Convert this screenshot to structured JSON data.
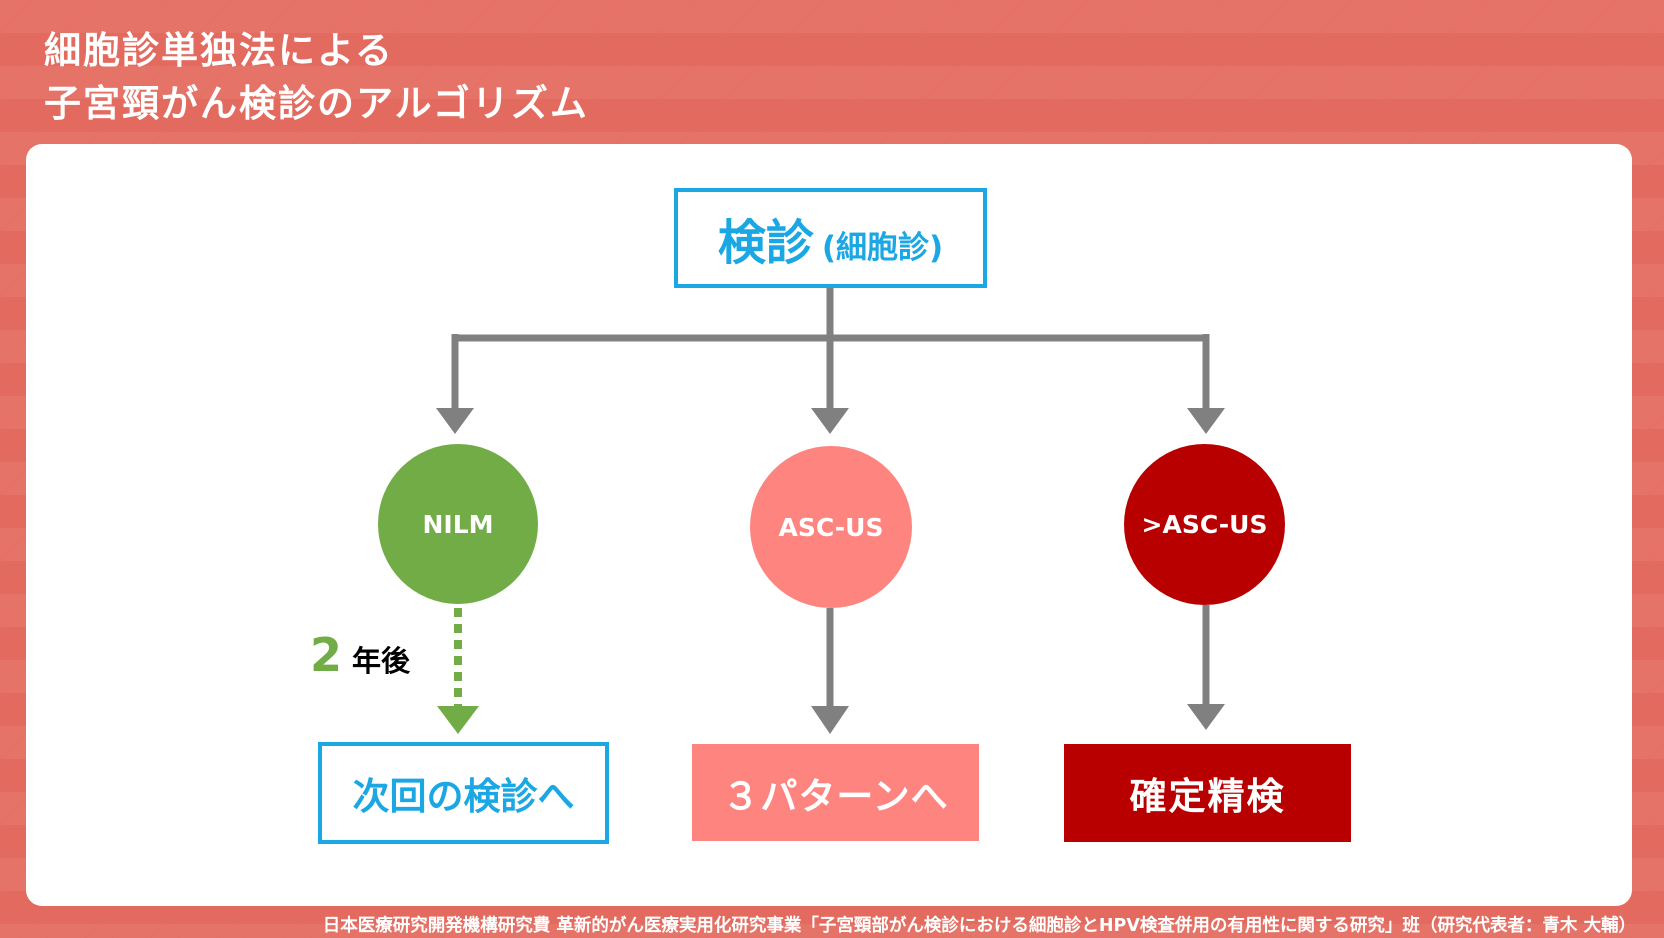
{
  "title": {
    "line1": "細胞診単独法による",
    "line2": "子宮頸がん検診のアルゴリズム"
  },
  "root": {
    "main": "検診",
    "sub": "(細胞診)"
  },
  "results": [
    {
      "label": "NILM",
      "color": "#71ac46"
    },
    {
      "label": "ASC-US",
      "color": "#fe8480"
    },
    {
      "label": ">ASC-US",
      "color": "#b90000"
    }
  ],
  "interval": {
    "number": "2",
    "unit": "年後"
  },
  "outcomes": [
    {
      "label": "次回の検診へ"
    },
    {
      "label": "３パターンへ"
    },
    {
      "label": "確定精検"
    }
  ],
  "footer": "日本医療研究開発機構研究費 革新的がん医療実用化研究事業「子宮頸部がん検診における細胞診とHPV検査併用の有用性に関する研究」班（研究代表者：青木 大輔）",
  "colors": {
    "background": "#e36a5e",
    "accent_blue": "#1aa7e3",
    "arrow_gray": "#808080",
    "green": "#71ac46",
    "salmon": "#fe8480",
    "dark_red": "#b90000"
  }
}
